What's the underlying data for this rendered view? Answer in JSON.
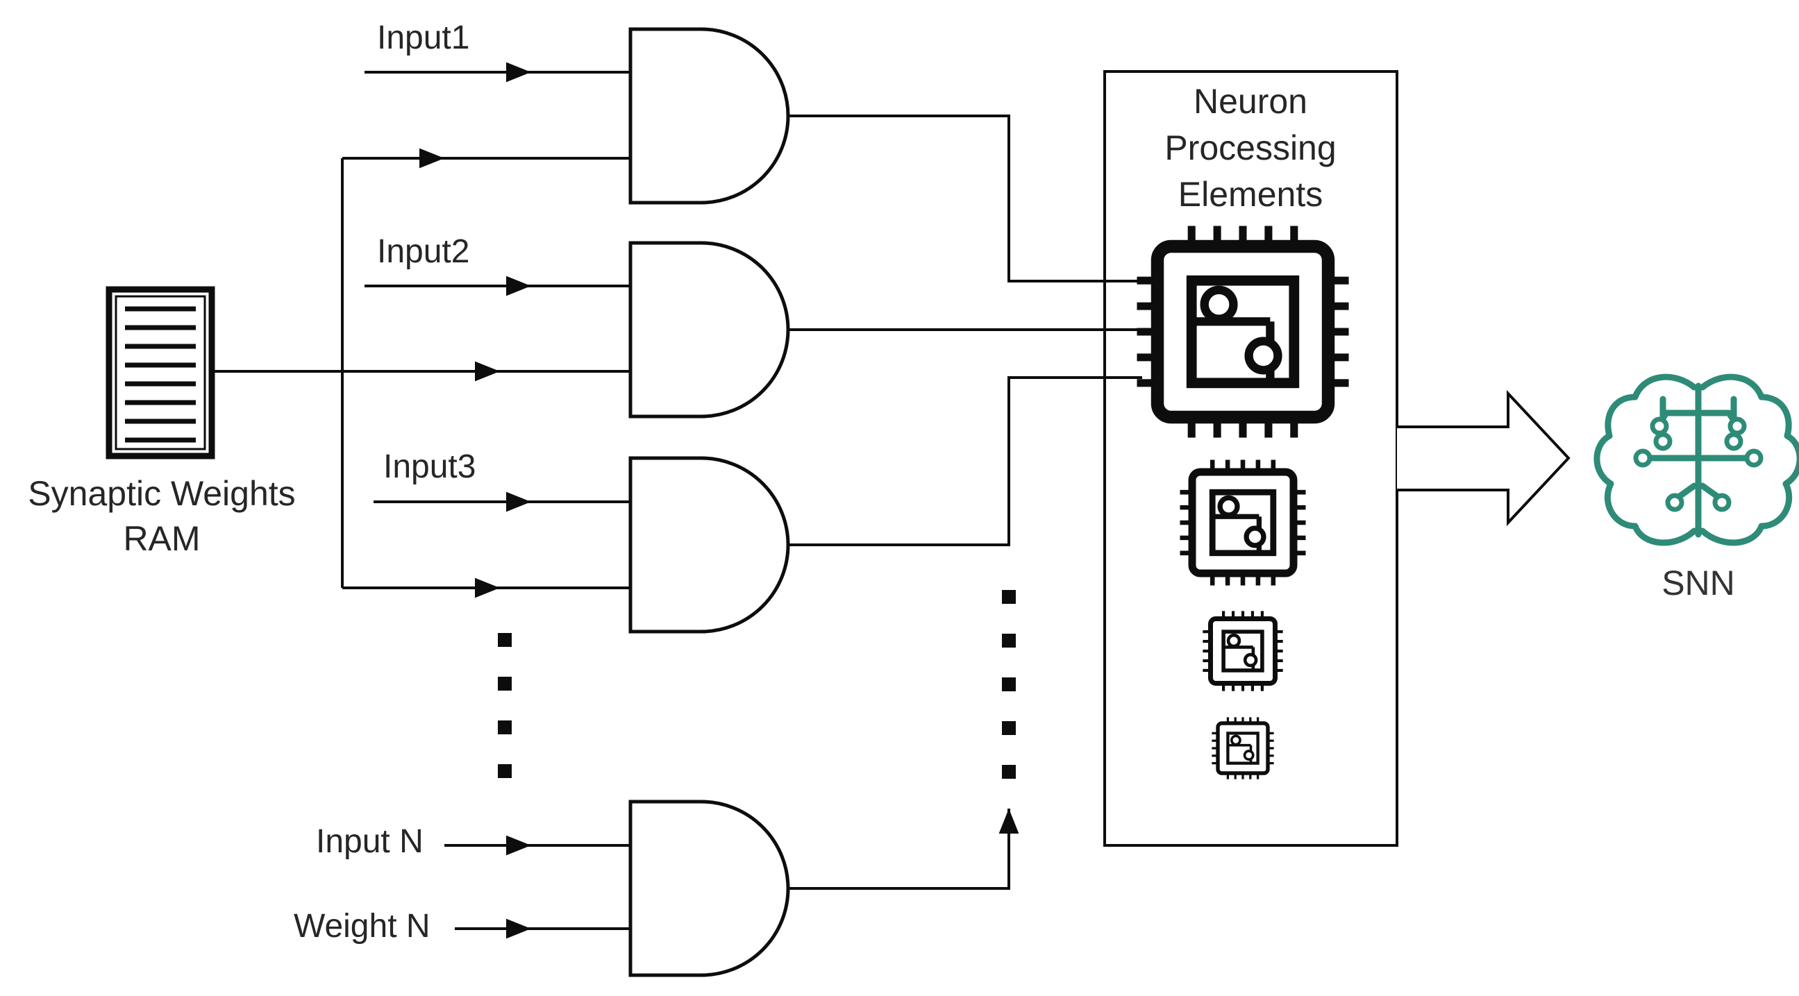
{
  "diagram": {
    "labels": {
      "input1": "Input1",
      "input2": "Input2",
      "input3": "Input3",
      "input_n": "Input N",
      "weight_n": "Weight N",
      "ram_line1": "Synaptic Weights",
      "ram_line2": "RAM",
      "npe_line1": "Neuron",
      "npe_line2": "Processing",
      "npe_line3": "Elements",
      "snn": "SNN"
    },
    "icons": {
      "ram": "memory-document-icon",
      "processor": "cpu-chip-icon",
      "brain": "neural-network-brain-icon"
    },
    "colors": {
      "line": "#0d0d0d",
      "brain": "#2e8b78",
      "text": "#262626"
    }
  }
}
